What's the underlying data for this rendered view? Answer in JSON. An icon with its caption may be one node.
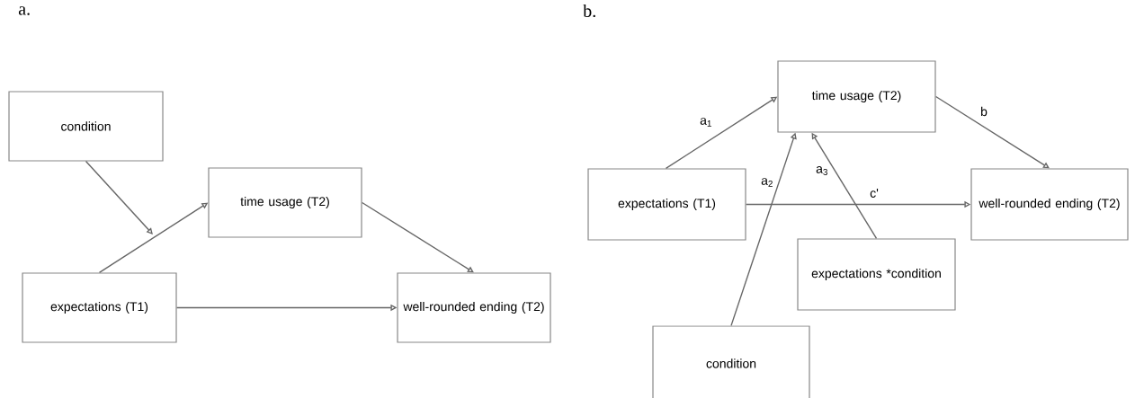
{
  "diagram": {
    "nodes": [
      {
        "text": [
          "condition"
        ]
      },
      {
        "text": [
          "time usage (T2)"
        ]
      },
      {
        "text": [
          "expectations (T1)"
        ]
      },
      {
        "text": [
          "well-rounded ending (T2)"
        ]
      },
      {
        "text": [
          "time usage (T2)"
        ]
      },
      {
        "text": [
          "expectations (T1)"
        ]
      },
      {
        "text": [
          "well-rounded ending (T2)"
        ]
      },
      {
        "text": [
          "expectations *condition"
        ]
      },
      {
        "text": [
          "condition"
        ]
      }
    ],
    "edges": [
      {
        "from": 0,
        "to": null,
        "arrow": "to"
      },
      {
        "from": 2,
        "to": 1,
        "arrow": "to"
      },
      {
        "from": 1,
        "to": 3,
        "arrow": "to"
      },
      {
        "from": 2,
        "to": 3,
        "arrow": "to"
      },
      {
        "from": 5,
        "to": 4,
        "arrow": "to",
        "label": "a$_{1}$"
      },
      {
        "from": 8,
        "to": 4,
        "arrow": "to",
        "label": "a$_{2}$"
      },
      {
        "from": 7,
        "to": 4,
        "arrow": "to",
        "label": "a$_{3}$"
      },
      {
        "from": 4,
        "to": 6,
        "arrow": "to",
        "label": "b"
      },
      {
        "from": 5,
        "to": 6,
        "arrow": "to",
        "label": "c'"
      }
    ],
    "labels": [
      "a.",
      "b."
    ]
  }
}
